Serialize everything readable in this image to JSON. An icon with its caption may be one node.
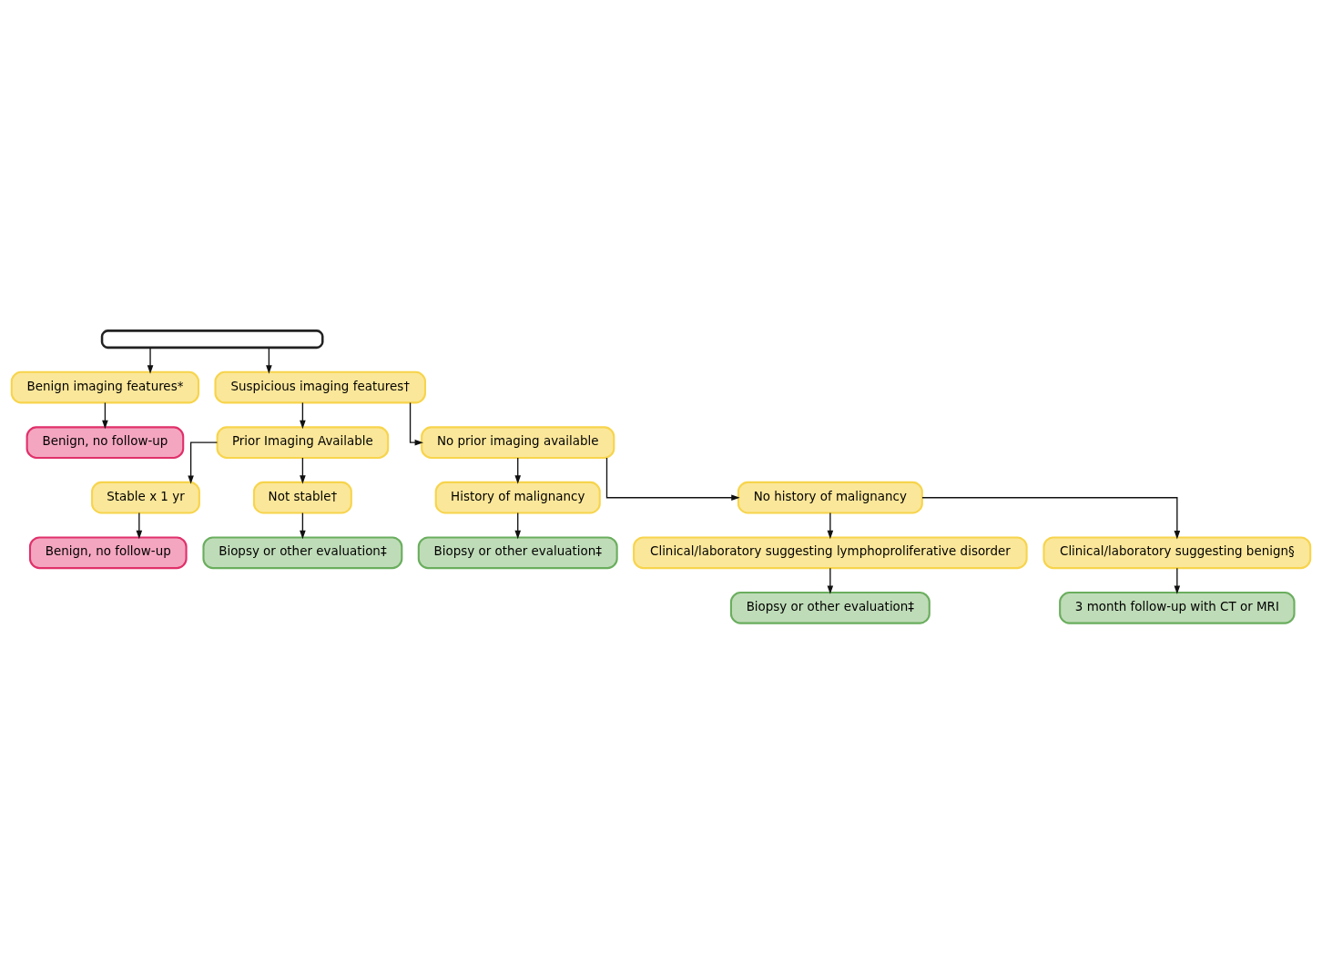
{
  "diagram": {
    "nodes": [
      {
        "text": [],
        "shape": "box"
      },
      {
        "text": [
          "Benign imaging features*"
        ]
      },
      {
        "text": [
          "Suspicious imaging features†"
        ]
      },
      {
        "text": [
          "Benign, no follow-up"
        ]
      },
      {
        "text": [
          "Prior Imaging Available"
        ]
      },
      {
        "text": [
          "No prior imaging available"
        ]
      },
      {
        "text": [
          "Stable x 1 yr"
        ]
      },
      {
        "text": [
          "Not stable†"
        ]
      },
      {
        "text": [
          "History of malignancy"
        ]
      },
      {
        "text": [
          "No history of malignancy"
        ]
      },
      {
        "text": [
          "Benign, no follow-up"
        ]
      },
      {
        "text": [
          "Biopsy or other evaluation‡"
        ]
      },
      {
        "text": [
          "Biopsy or other evaluation‡"
        ]
      },
      {
        "text": [
          "Clinical/laboratory suggesting lymphoproliferative disorder"
        ]
      },
      {
        "text": [
          "Clinical/laboratory suggesting benign§"
        ]
      },
      {
        "text": [
          "Biopsy or other evaluation‡"
        ]
      },
      {
        "text": [
          "3 month follow-up with CT or MRI"
        ]
      }
    ],
    "edges": [
      {
        "from": 0,
        "to": 1,
        "arrow": "to"
      },
      {
        "from": 0,
        "to": 2,
        "arrow": "to"
      },
      {
        "from": 1,
        "to": 3,
        "arrow": "to"
      },
      {
        "from": 2,
        "to": 4,
        "arrow": "to"
      },
      {
        "from": 2,
        "to": 5,
        "arrow": "to"
      },
      {
        "from": 4,
        "to": 6,
        "arrow": "to"
      },
      {
        "from": 4,
        "to": 7,
        "arrow": "to"
      },
      {
        "from": 6,
        "to": 10,
        "arrow": "to"
      },
      {
        "from": 7,
        "to": 11,
        "arrow": "to"
      },
      {
        "from": 5,
        "to": 8,
        "arrow": "to"
      },
      {
        "from": 5,
        "to": 9,
        "arrow": "to"
      },
      {
        "from": 8,
        "to": 12,
        "arrow": "to"
      },
      {
        "from": 9,
        "to": 13,
        "arrow": "to"
      },
      {
        "from": 9,
        "to": 14,
        "arrow": "to"
      },
      {
        "from": 13,
        "to": 15,
        "arrow": "to"
      },
      {
        "from": 14,
        "to": 16,
        "arrow": "to"
      }
    ]
  }
}
